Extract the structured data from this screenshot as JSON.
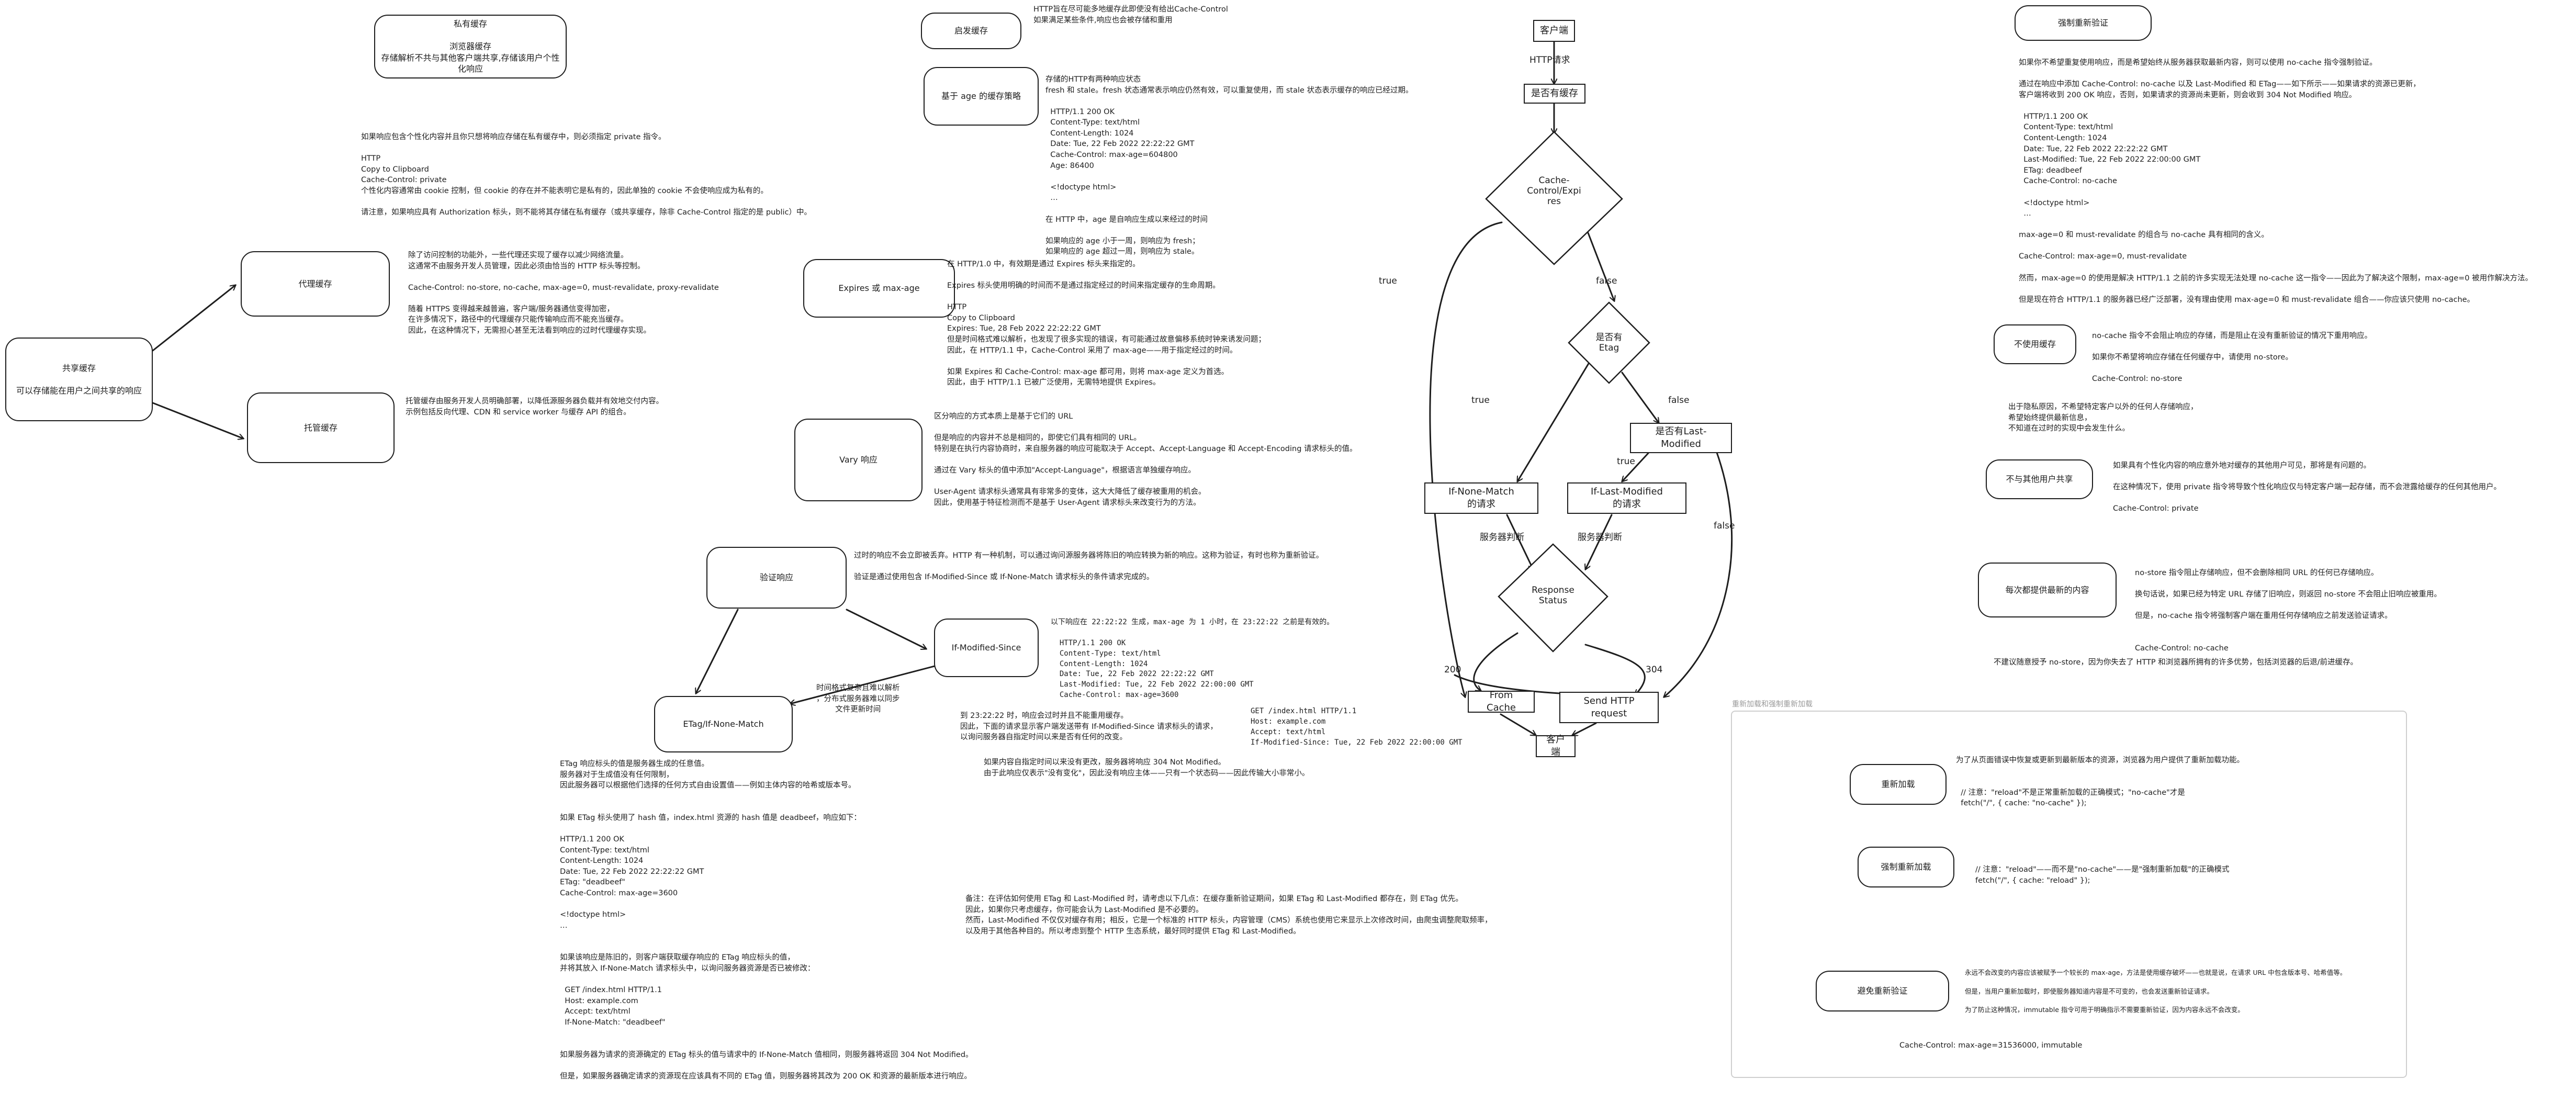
{
  "boxes": {
    "private_cache": "私有缓存\n\n浏览器缓存\n存储解析不共与其他客户端共享,存储该用户个性化响应",
    "shared_cache": "共享缓存\n\n可以存储能在用户之间共享的响应",
    "proxy_cache": "代理缓存",
    "managed_cache": "托管缓存",
    "heuristic": "启发缓存",
    "age_strategy": "基于 age 的缓存策略",
    "expires": "Expires 或 max-age",
    "vary": "Vary 响应",
    "validation": "验证响应",
    "if_modified_since": "If-Modified-Since",
    "etag": "ETag/If-None-Match",
    "force_revalidate": "强制重新验证",
    "no_cache": "不使用缓存",
    "no_share": "不与其他用户共享",
    "revalidate_every": "每次都提供最新的内容",
    "reload": "重新加载",
    "force_reload": "强制重新加载",
    "avoid_revalidate": "避免重新验证"
  },
  "flow": {
    "client_top": "客户端",
    "http_request": "HTTP请求",
    "has_cache": "是否有缓存",
    "cc_expires": "Cache-\nControl/Expi\nres",
    "has_etag": "是否有\nEtag",
    "has_last_modified": "是否有Last-\nModified",
    "if_none_match": "If-None-Match\n的请求",
    "if_last_modified": "If-Last-Modified\n的请求",
    "server_judge_1": "服务器判断",
    "server_judge_2": "服务器判断",
    "response_status": "Response\nStatus",
    "from_cache": "From Cache",
    "send_http": "Send HTTP\nrequest",
    "client_bottom": "客户端",
    "true_1": "true",
    "false_1": "false",
    "true_2": "true",
    "false_2": "false",
    "true_3": "true",
    "false_3": "false",
    "s200": "200",
    "s304": "304"
  },
  "frame_title": "重新加载和强制重新加载",
  "notes": {
    "private": "如果响应包含个性化内容并且你只想将响应存储在私有缓存中，则必须指定 private 指令。\n\nHTTP\nCopy to Clipboard\nCache-Control: private\n个性化内容通常由 cookie 控制，但 cookie 的存在并不能表明它是私有的，因此单独的 cookie 不会使响应成为私有的。\n\n请注意，如果响应具有 Authorization 标头，则不能将其存储在私有缓存（或共享缓存，除非 Cache-Control 指定的是 public）中。",
    "proxy": "除了访问控制的功能外，一些代理还实现了缓存以减少网络流量。\n这通常不由服务开发人员管理，因此必须由恰当的 HTTP 标头等控制。\n\nCache-Control: no-store, no-cache, max-age=0, must-revalidate, proxy-revalidate\n\n随着 HTTPS 变得越来越普遍，客户端/服务器通信变得加密，\n在许多情况下，路径中的代理缓存只能传输响应而不能充当缓存。\n因此，在这种情况下，无需担心甚至无法看到响应的过时代理缓存实现。",
    "managed": "托管缓存由服务开发人员明确部署，以降低源服务器负载并有效地交付内容。\n示例包括反向代理、CDN 和 service worker 与缓存 API 的组合。",
    "heuristic": "HTTP旨在尽可能多地缓存此即使没有给出Cache-Control\n如果满足某些条件,响应也会被存储和重用",
    "age": "存储的HTTP有两种响应状态\nfresh 和 stale。fresh 状态通常表示响应仍然有效，可以重复使用，而 stale 状态表示缓存的响应已经过期。\n\n  HTTP/1.1 200 OK\n  Content-Type: text/html\n  Content-Length: 1024\n  Date: Tue, 22 Feb 2022 22:22:22 GMT\n  Cache-Control: max-age=604800\n  Age: 86400\n\n  <!doctype html>\n  …\n\n在 HTTP 中，age 是自响应生成以来经过的时间\n\n如果响应的 age 小于一周，则响应为 fresh；\n如果响应的 age 超过一周，则响应为 stale。",
    "expires": "在 HTTP/1.0 中，有效期是通过 Expires 标头来指定的。\n\nExpires 标头使用明确的时间而不是通过指定经过的时间来指定缓存的生命周期。\n\nHTTP\nCopy to Clipboard\nExpires: Tue, 28 Feb 2022 22:22:22 GMT\n但是时间格式难以解析，也发现了很多实现的错误，有可能通过故意偏移系统时钟来诱发问题；\n因此，在 HTTP/1.1 中，Cache-Control 采用了 max-age——用于指定经过的时间。\n\n如果 Expires 和 Cache-Control: max-age 都可用，则将 max-age 定义为首选。\n因此，由于 HTTP/1.1 已被广泛使用，无需特地提供 Expires。",
    "vary": "区分响应的方式本质上是基于它们的 URL\n\n但是响应的内容并不总是相同的，即使它们具有相同的 URL。\n特别是在执行内容协商时，来自服务器的响应可能取决于 Accept、Accept-Language 和 Accept-Encoding 请求标头的值。\n\n通过在 Vary 标头的值中添加\"Accept-Language\"，根据语言单独缓存响应。\n\nUser-Agent 请求标头通常具有非常多的变体，这大大降低了缓存被重用的机会。\n因此，使用基于特征检测而不是基于 User-Agent 请求标头来改变行为的方法。",
    "validation": "过时的响应不会立即被丢弃。HTTP 有一种机制，可以通过询问源服务器将陈旧的响应转换为新的响应。这称为验证，有时也称为重新验证。\n\n验证是通过使用包含 If-Modified-Since 或 If-None-Match 请求标头的条件请求完成的。",
    "ims_response": "以下响应在 22:22:22 生成，max-age 为 1 小时，在 23:22:22 之前是有效的。\n\n  HTTP/1.1 200 OK\n  Content-Type: text/html\n  Content-Length: 1024\n  Date: Tue, 22 Feb 2022 22:22:22 GMT\n  Last-Modified: Tue, 22 Feb 2022 22:00:00 GMT\n  Cache-Control: max-age=3600",
    "ims_request": "到 23:22:22 时，响应会过时并且不能重用缓存。\n因此，下面的请求显示客户端发送带有 If-Modified-Since 请求标头的请求，\n以询问服务器自指定时间以来是否有任何的改变。",
    "ims_get": "GET /index.html HTTP/1.1\nHost: example.com\nAccept: text/html\nIf-Modified-Since: Tue, 22 Feb 2022 22:00:00 GMT",
    "ims_304": "如果内容自指定时间以来没有更改，服务器将响应 304 Not Modified。\n由于此响应仅表示\"没有变化\"，因此没有响应主体——只有一个状态码——因此传输大小非常小。",
    "time_format": "时间格式复杂且难以解析\n，分布式服务器难以同步\n文件更新时间",
    "etag": "ETag 响应标头的值是服务器生成的任意值。\n服务器对于生成值没有任何限制，\n因此服务器可以根据他们选择的任何方式自由设置值——例如主体内容的哈希或版本号。\n\n\n如果 ETag 标头使用了 hash 值，index.html 资源的 hash 值是 deadbeef，响应如下：\n\nHTTP/1.1 200 OK\nContent-Type: text/html\nContent-Length: 1024\nDate: Tue, 22 Feb 2022 22:22:22 GMT\nETag: \"deadbeef\"\nCache-Control: max-age=3600\n\n<!doctype html>\n…\n\n\n如果该响应是陈旧的，则客户端获取缓存响应的 ETag 响应标头的值，\n并将其放入 If-None-Match 请求标头中，以询问服务器资源是否已被修改：\n\n  GET /index.html HTTP/1.1\n  Host: example.com\n  Accept: text/html\n  If-None-Match: \"deadbeef\"\n\n\n如果服务器为请求的资源确定的 ETag 标头的值与请求中的 If-None-Match 值相同，则服务器将返回 304 Not Modified。\n\n但是，如果服务器确定请求的资源现在应该具有不同的 ETag 值，则服务器将其改为 200 OK 和资源的最新版本进行响应。",
    "remark": "备注：在评估如何使用 ETag 和 Last-Modified 时，请考虑以下几点：在缓存重新验证期间，如果 ETag 和 Last-Modified 都存在，则 ETag 优先。\n因此，如果你只考虑缓存，你可能会认为 Last-Modified 是不必要的。\n然而，Last-Modified 不仅仅对缓存有用；相反，它是一个标准的 HTTP 标头，内容管理（CMS）系统也使用它来显示上次修改时间，由爬虫调整爬取频率，\n以及用于其他各种目的。所以考虑到整个 HTTP 生态系统，最好同时提供 ETag 和 Last-Modified。",
    "force": "如果你不希望重复使用响应，而是希望始终从服务器获取最新内容，则可以使用 no-cache 指令强制验证。\n\n通过在响应中添加 Cache-Control: no-cache 以及 Last-Modified 和 ETag——如下所示——如果请求的资源已更新，\n客户端将收到 200 OK 响应，否则，如果请求的资源尚未更新，则会收到 304 Not Modified 响应。\n\n  HTTP/1.1 200 OK\n  Content-Type: text/html\n  Content-Length: 1024\n  Date: Tue, 22 Feb 2022 22:22:22 GMT\n  Last-Modified: Tue, 22 Feb 2022 22:00:00 GMT\n  ETag: deadbeef\n  Cache-Control: no-cache\n\n  <!doctype html>\n  …\n\nmax-age=0 和 must-revalidate 的组合与 no-cache 具有相同的含义。\n\nCache-Control: max-age=0, must-revalidate\n\n然而，max-age=0 的使用是解决 HTTP/1.1 之前的许多实现无法处理 no-cache 这一指令——因此为了解决这个限制，max-age=0 被用作解决方法。\n\n但是现在符合 HTTP/1.1 的服务器已经广泛部署，没有理由使用 max-age=0 和 must-revalidate 组合——你应该只使用 no-cache。",
    "no_cache": "no-cache 指令不会阻止响应的存储，而是阻止在没有重新验证的情况下重用响应。\n\n如果你不希望将响应存储在任何缓存中，请使用 no-store。\n\nCache-Control: no-store",
    "privacy": "出于隐私原因，不希望特定客户以外的任何人存储响应，\n希望始终提供最新信息，\n不知道在过时的实现中会发生什么。",
    "no_share": "如果具有个性化内容的响应意外地对缓存的其他用户可见，那将是有问题的。\n\n在这种情况下，使用 private 指令将导致个性化响应仅与特定客户端一起存储，而不会泄露给缓存的任何其他用户。\n\nCache-Control: private",
    "revalidate": "no-store 指令阻止存储响应，但不会删除相同 URL 的任何已存储响应。\n\n换句话说，如果已经为特定 URL 存储了旧响应，则返回 no-store 不会阻止旧响应被重用。\n\n但是，no-cache 指令将强制客户端在重用任何存储响应之前发送验证请求。\n\n\nCache-Control: no-cache",
    "revalidate_tail": "不建议随意授予 no-store，因为你失去了 HTTP 和浏览器所拥有的许多优势，包括浏览器的后退/前进缓存。",
    "reload": "为了从页面错误中恢复或更新到最新版本的资源，浏览器为用户提供了重新加载功能。\n\n\n  // 注意：\"reload\"不是正常重新加载的正确模式；\"no-cache\"才是\n  fetch(\"/\", { cache: \"no-cache\" });",
    "force_reload": "// 注意：\"reload\"——而不是\"no-cache\"——是\"强制重新加载\"的正确模式\nfetch(\"/\", { cache: \"reload\" });",
    "avoid": "永远不会改变的内容应该被赋予一个较长的 max-age，方法是使用缓存破坏——也就是说，在请求 URL 中包含版本号、哈希值等。\n\n但是，当用户重新加载时，即使服务器知道内容是不可变的，也会发送重新验证请求。\n\n为了防止这种情况，immutable 指令可用于明确指示不需要重新验证，因为内容永远不会改变。",
    "immutable": "Cache-Control: max-age=31536000, immutable"
  }
}
